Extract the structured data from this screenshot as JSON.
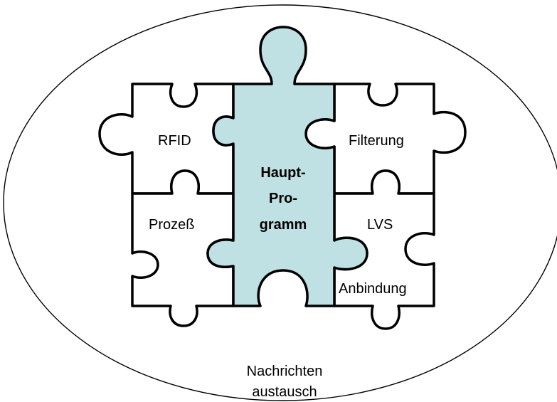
{
  "diagram": {
    "container_label_line1": "Nachrichten",
    "container_label_line2": "austausch",
    "pieces": {
      "rfid": "RFID",
      "prozess": "Prozeß",
      "hauptprogramm_line1": "Haupt-",
      "hauptprogramm_line2": "Pro-",
      "hauptprogramm_line3": "gramm",
      "filterung": "Filterung",
      "lvs": "LVS",
      "anbindung": "Anbindung"
    },
    "colors": {
      "center_piece_fill": "#bfe1e3",
      "outline": "#000000",
      "background": "#ffffff"
    }
  }
}
